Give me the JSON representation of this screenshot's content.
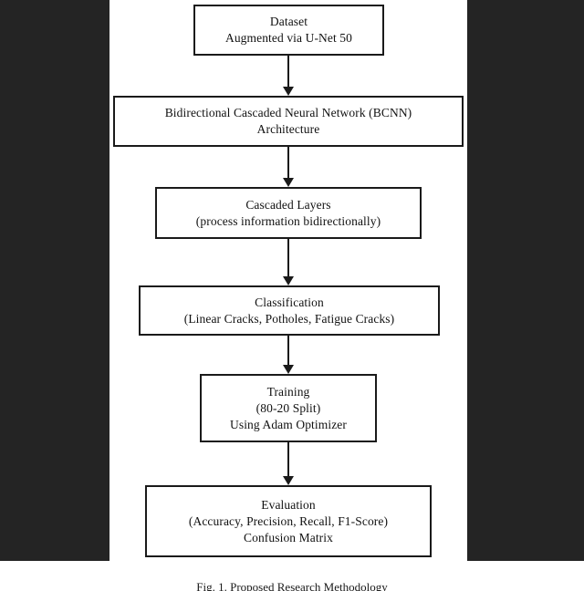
{
  "figure": {
    "caption": "Fig. 1.  Proposed Research Methodology",
    "page_background": "#ffffff",
    "gutter_color": "#242424",
    "line_color": "#1a1a1a"
  },
  "flow": {
    "nodes": [
      {
        "id": "dataset",
        "lines": [
          "Dataset",
          "Augmented via U-Net 50"
        ]
      },
      {
        "id": "bcnn-architecture",
        "lines": [
          "Bidirectional Cascaded Neural Network (BCNN)",
          "Architecture"
        ]
      },
      {
        "id": "cascaded-layers",
        "lines": [
          "Cascaded Layers",
          "(process information bidirectionally)"
        ]
      },
      {
        "id": "classification",
        "lines": [
          "Classification",
          "(Linear Cracks, Potholes, Fatigue Cracks)"
        ]
      },
      {
        "id": "training",
        "lines": [
          "Training",
          "(80-20 Split)",
          "Using Adam Optimizer"
        ]
      },
      {
        "id": "evaluation",
        "lines": [
          "Evaluation",
          "(Accuracy, Precision, Recall, F1-Score)",
          "Confusion Matrix"
        ]
      }
    ],
    "connectors": [
      {
        "id": "dataset-to-bcnn",
        "icon": "down-arrow-icon"
      },
      {
        "id": "bcnn-to-cascaded",
        "icon": "down-arrow-icon"
      },
      {
        "id": "cascaded-to-classification",
        "icon": "down-arrow-icon"
      },
      {
        "id": "classification-to-training",
        "icon": "down-arrow-icon"
      },
      {
        "id": "training-to-evaluation",
        "icon": "down-arrow-icon"
      }
    ]
  }
}
